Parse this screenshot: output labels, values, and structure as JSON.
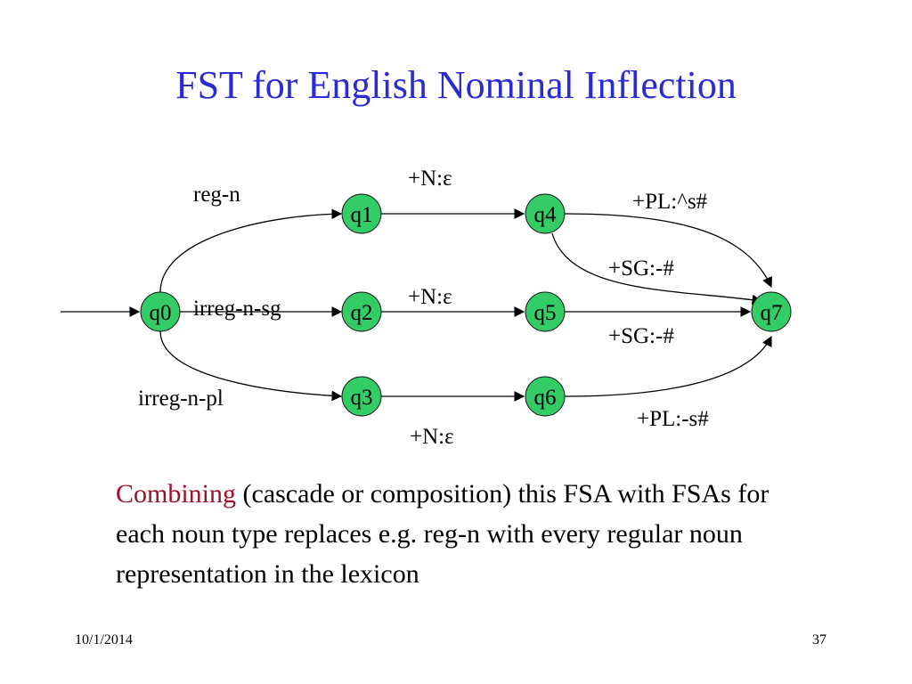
{
  "slide": {
    "title": "FST for English Nominal Inflection",
    "date": "10/1/2014",
    "page_number": "37"
  },
  "states": {
    "q0": "q0",
    "q1": "q1",
    "q2": "q2",
    "q3": "q3",
    "q4": "q4",
    "q5": "q5",
    "q6": "q6",
    "q7": "q7"
  },
  "edge_labels": {
    "q0_q1": "reg-n",
    "q0_q2": "irreg-n-sg",
    "q0_q3": "irreg-n-pl",
    "q1_q4": "+N:ε",
    "q2_q5": "+N:ε",
    "q3_q6": "+N:ε",
    "q4_q7_pl": "+PL:^s#",
    "q4_q7_sg": "+SG:-#",
    "q5_q7": "+SG:-#",
    "q6_q7": "+PL:-s#"
  },
  "body": {
    "highlight": "Combining",
    "text": " (cascade or composition) this FSA with FSAs for each noun type replaces e.g. reg-n with every regular noun representation in the lexicon"
  },
  "colors": {
    "title": "#2b2bd6",
    "state_fill": "#33cc66",
    "highlight": "#a0102a"
  }
}
